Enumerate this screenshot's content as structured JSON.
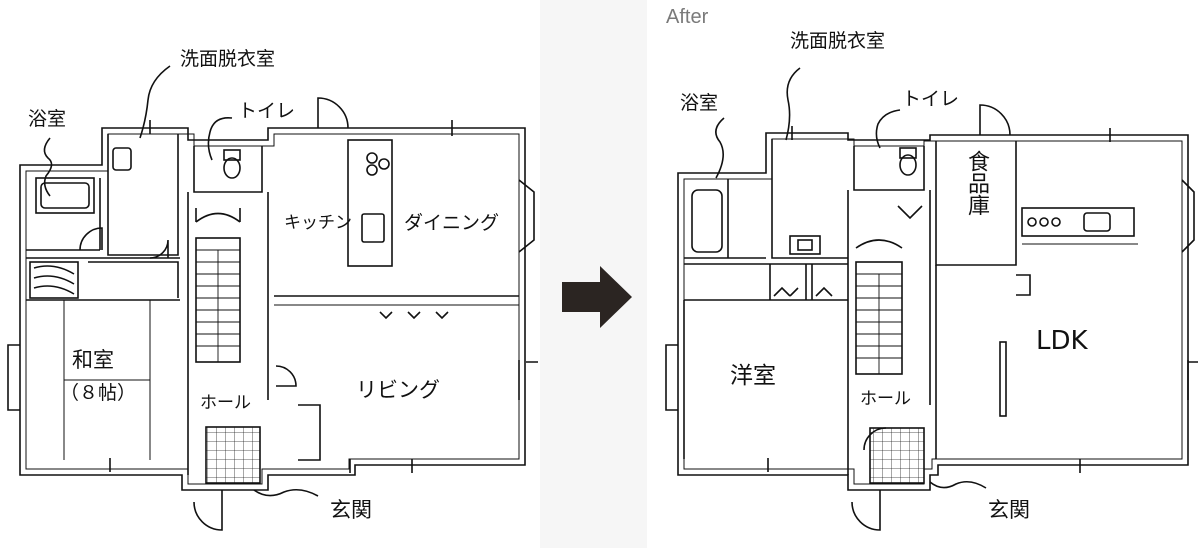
{
  "after_label": "After",
  "arrow_icon": "right-arrow-icon",
  "colors": {
    "ink": "#111111",
    "arrow": "#2b2522",
    "divider": "#f6f6f6",
    "caption": "#7a7a7a"
  },
  "before": {
    "bath": "浴室",
    "washroom": "洗面脱衣室",
    "toilet": "トイレ",
    "kitchen": "キッチン",
    "dining": "ダイニング",
    "japanese_room": "和室",
    "japanese_room_size": "（８帖）",
    "hall": "ホール",
    "living": "リビング",
    "entrance": "玄関"
  },
  "after": {
    "bath": "浴室",
    "washroom": "洗面脱衣室",
    "toilet": "トイレ",
    "pantry": "食品庫",
    "western_room": "洋室",
    "hall": "ホール",
    "ldk": "LDK",
    "entrance": "玄関"
  }
}
